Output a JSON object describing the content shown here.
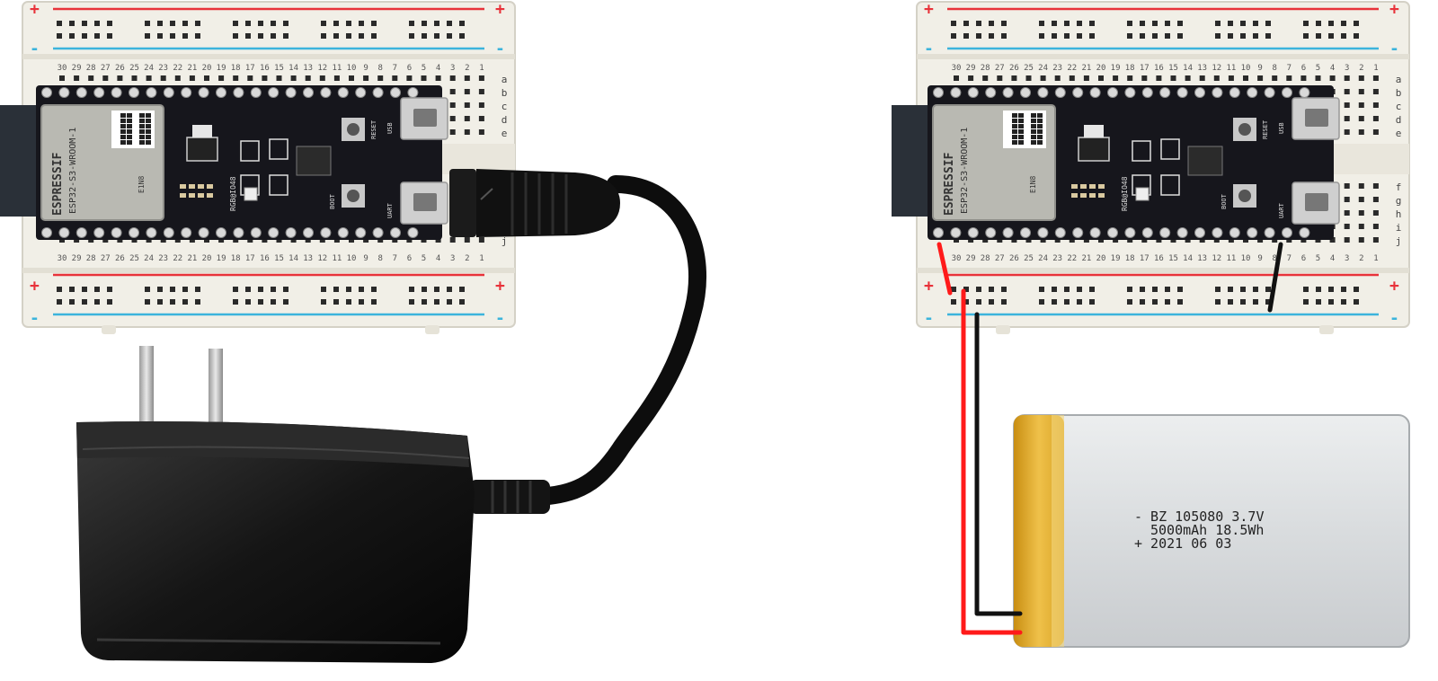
{
  "breadboard": {
    "rail_plus": "+",
    "rail_minus": "-",
    "row_letters_top": [
      "a",
      "b",
      "c",
      "d",
      "e"
    ],
    "row_letters_bottom": [
      "f",
      "g",
      "h",
      "i",
      "j"
    ],
    "column_numbers": [
      "30",
      "29",
      "28",
      "27",
      "26",
      "25",
      "24",
      "23",
      "22",
      "21",
      "20",
      "19",
      "18",
      "17",
      "16",
      "15",
      "14",
      "13",
      "12",
      "11",
      "10",
      "9",
      "8",
      "7",
      "6",
      "5",
      "4",
      "3",
      "2",
      "1"
    ]
  },
  "board": {
    "module_brand": "ESPRESSIF",
    "module_name": "ESP32-S3-WROOM-1",
    "module_variant": "E1N8",
    "button_reset": "RESET",
    "button_boot": "BOOT",
    "port_usb": "USB",
    "port_uart": "UART",
    "led_label": "RGB@IO48"
  },
  "battery": {
    "line1": "- BZ 105080 3.7V",
    "line2": "5000mAh 18.5Wh",
    "line3": "+ 2021 06 03"
  },
  "colors": {
    "rail_red": "#e8323a",
    "rail_blue": "#3cb4dc",
    "wire_red": "#ff1a1a",
    "wire_black": "#111111",
    "board_black": "#16161c",
    "breadboard": "#f1efe7",
    "battery_body": "#dfe2e3",
    "battery_tape": "#e6b12a"
  },
  "icons": {
    "adapter": "wall-power-adapter-icon",
    "cable": "usb-cable-icon",
    "battery": "lipo-battery-icon"
  }
}
